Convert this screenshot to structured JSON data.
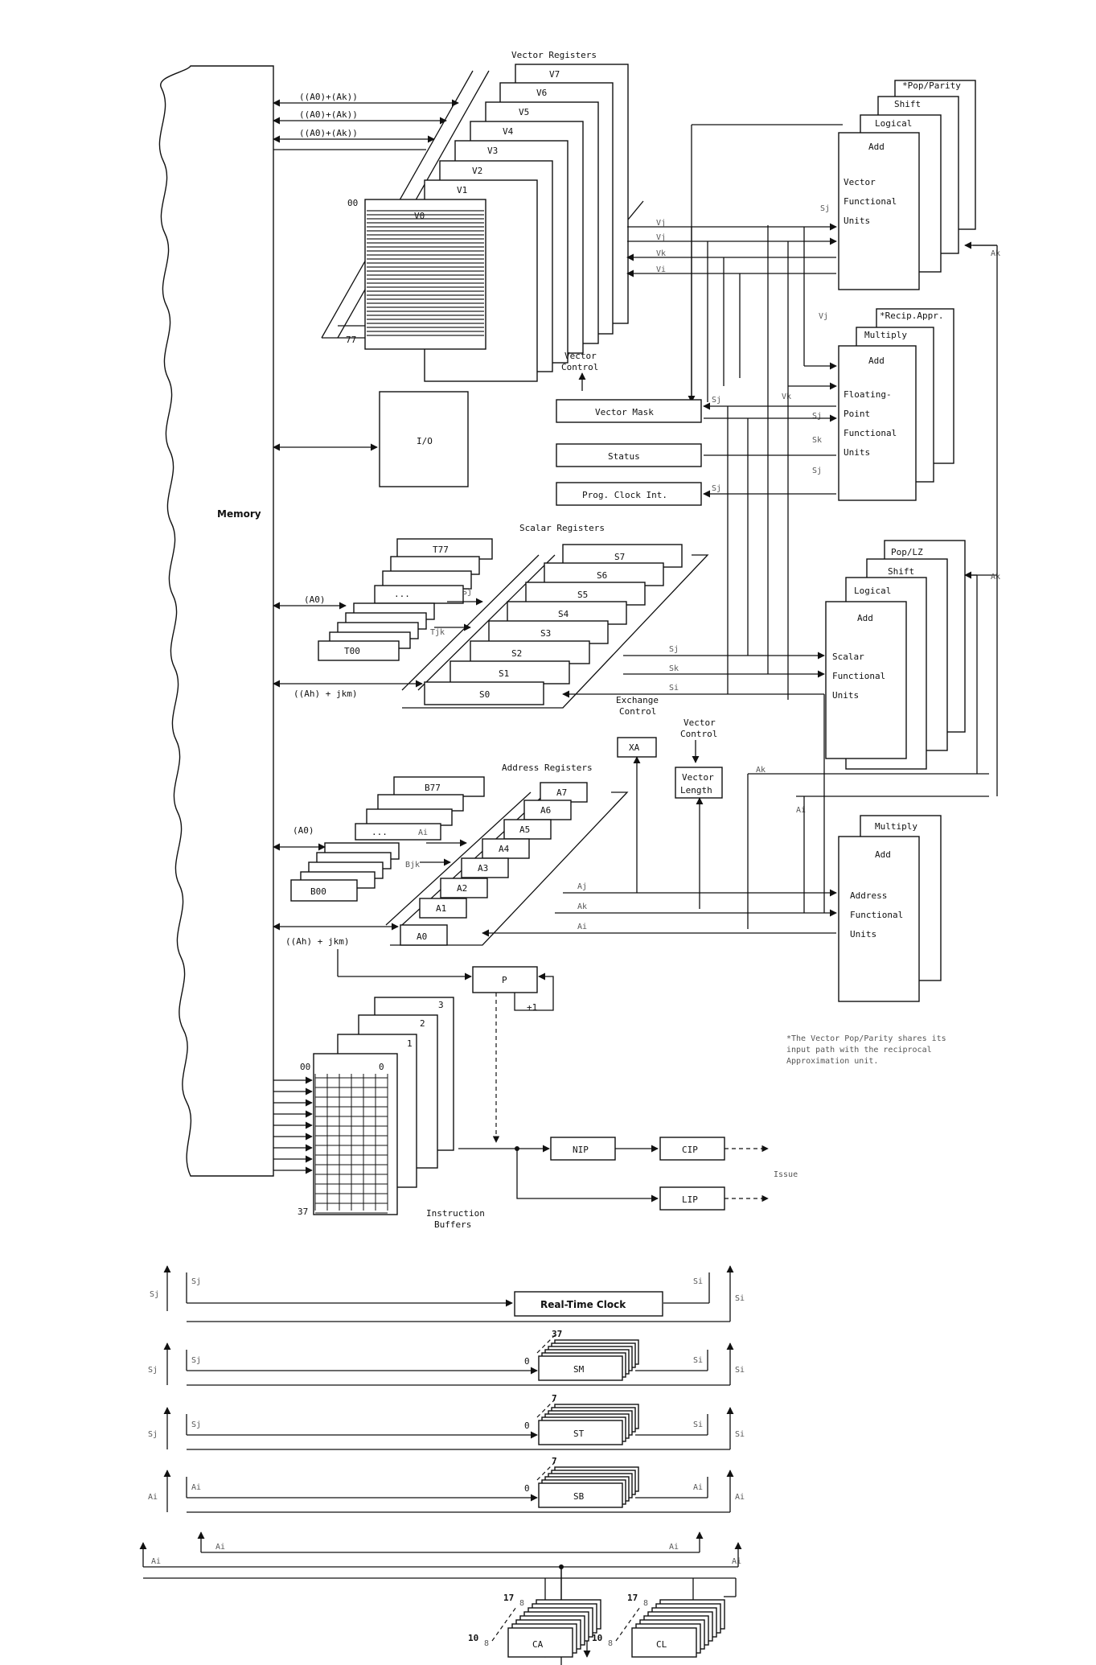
{
  "memory_label": "Memory",
  "io_label": "I/O",
  "vector_registers": {
    "title": "Vector Registers",
    "names": [
      "V7",
      "V6",
      "V5",
      "V4",
      "V3",
      "V2",
      "V1",
      "V0"
    ],
    "top_index": "00",
    "bottom_index": "77",
    "mem_paths": [
      "((A0)+(Ak))",
      "((A0)+(Ak))",
      "((A0)+(Ak))"
    ],
    "bus_labels": [
      "Vj",
      "Vj",
      "Vk",
      "Vi"
    ]
  },
  "vector_units": {
    "stack": [
      "*Pop/Parity",
      "Shift",
      "Logical",
      "Add"
    ],
    "caption": [
      "Vector",
      "Functional",
      "Units"
    ],
    "side_label": "Sj",
    "return_label": "Ak"
  },
  "fp_units": {
    "stack": [
      "*Recip.Appr.",
      "Multiply",
      "Add"
    ],
    "caption": [
      "Floating-",
      "Point",
      "Functional",
      "Units"
    ],
    "inputs": [
      "Vj",
      "Vk",
      "Sj",
      "Sk",
      "Sj"
    ]
  },
  "vector_control": {
    "title": [
      "Vector",
      "Control"
    ],
    "mask": "Vector Mask",
    "status": "Status",
    "clock": "Prog. Clock Int.",
    "mask_in": "Sj",
    "clock_in": "Sj"
  },
  "scalar_registers": {
    "title": "Scalar Registers",
    "names": [
      "S7",
      "S6",
      "S5",
      "S4",
      "S3",
      "S2",
      "S1",
      "S0"
    ],
    "t_top": "T77",
    "t_bottom": "T00",
    "dots": "...",
    "t_labels": [
      "Sj",
      "Tjk"
    ],
    "mem_a0": "(A0)",
    "mem_path": "((Ah) + jkm)",
    "bus_labels": [
      "Sj",
      "Sk",
      "Si"
    ]
  },
  "scalar_units": {
    "stack": [
      "Pop/LZ",
      "Shift",
      "Logical",
      "Add"
    ],
    "caption": [
      "Scalar",
      "Functional",
      "Units"
    ],
    "return_label": "Ak"
  },
  "exchange_control": {
    "title": [
      "Exchange",
      "Control"
    ],
    "reg": "XA"
  },
  "vector_length": {
    "title": [
      "Vector",
      "Control"
    ],
    "reg": [
      "Vector",
      "Length"
    ],
    "labels": [
      "Ak",
      "Ai"
    ]
  },
  "address_registers": {
    "title": "Address Registers",
    "names": [
      "A7",
      "A6",
      "A5",
      "A4",
      "A3",
      "A2",
      "A1",
      "A0"
    ],
    "b_top": "B77",
    "b_bottom": "B00",
    "dots": "...",
    "b_labels": [
      "Ai",
      "Bjk"
    ],
    "mem_a0": "(A0)",
    "mem_path": "((Ah) + jkm)",
    "bus_labels": [
      "Aj",
      "Ak",
      "Ai"
    ]
  },
  "address_units": {
    "stack": [
      "Multiply",
      "Add"
    ],
    "caption": [
      "Address",
      "Functional",
      "Units"
    ]
  },
  "program_counter": {
    "reg": "P",
    "increment": "+1"
  },
  "instruction_buffers": {
    "title": [
      "Instruction",
      "Buffers"
    ],
    "numbers": [
      "3",
      "2",
      "1",
      "0"
    ],
    "top_index": "00",
    "bottom_index": "37"
  },
  "issue_path": {
    "nip": "NIP",
    "cip": "CIP",
    "lip": "LIP",
    "issue": "Issue"
  },
  "footnote": [
    "*The Vector Pop/Parity shares its",
    "input path with the reciprocal",
    "Approximation unit."
  ],
  "rtc": {
    "label": "Real-Time Clock",
    "left_in": "Sj",
    "right_out": "Si",
    "left_side": "Sj",
    "right_side": "Si"
  },
  "sm": {
    "label": "SM",
    "count": "37",
    "zero": "0",
    "left_in": "Sj",
    "right_out": "Si",
    "left_side": "Sj",
    "right_side": "Si"
  },
  "st": {
    "label": "ST",
    "count": "7",
    "zero": "0",
    "left_in": "Sj",
    "right_out": "Si",
    "left_side": "Sj",
    "right_side": "Si"
  },
  "sb": {
    "label": "SB",
    "count": "7",
    "zero": "0",
    "left_in": "Ai",
    "right_out": "Ai",
    "left_side": "Ai",
    "right_side": "Ai"
  },
  "bottom_bus": {
    "a_left_1": "Ai",
    "a_left_2": "Ai",
    "a_right_1": "Ai",
    "a_right_2": "Ai"
  },
  "ca": {
    "label": "CA",
    "hi": "17",
    "lo": "10",
    "sub": "8"
  },
  "cl": {
    "label": "CL",
    "hi": "17",
    "lo": "10",
    "sub": "8"
  }
}
